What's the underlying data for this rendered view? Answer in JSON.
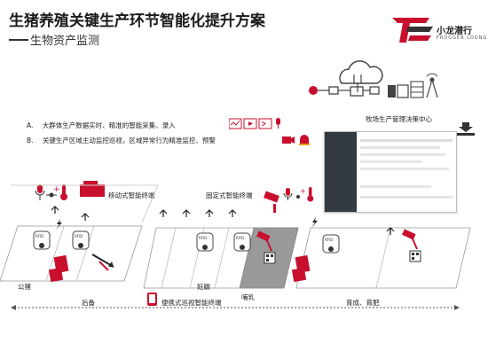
{
  "title": "生猪养殖关键生产环节智能化提升方案",
  "subtitle": "生物资产监测",
  "brand": {
    "name": "小龙潜行",
    "tagline": "FROGGER LOONG",
    "accent": "#c8102e"
  },
  "bullets": [
    {
      "marker": "A.",
      "text": "大群体生产数据实时、精准的智能采集、录入"
    },
    {
      "marker": "B.",
      "text": "关键生产区域主动监控巡视，区域异常行为精准监控、预警"
    }
  ],
  "center_label": "牧场生产管理决策中心",
  "devices": {
    "mobile": "移动式智能终端",
    "fixed": "固定式智能终端",
    "portable": "便携式巡视智能终端"
  },
  "stages": {
    "boar": "公猪",
    "reserve": "后备",
    "pregnant": "妊娠",
    "lactation": "哺乳",
    "nursery_finishing": "育成、育肥"
  },
  "rfid_label": "RFID",
  "colors": {
    "red": "#c8102e",
    "dark": "#333333",
    "gray": "#888888",
    "panel_dark": "#333a40"
  },
  "icons": [
    "cloud-icon",
    "network-icon",
    "server-icon",
    "antenna-icon",
    "download-icon",
    "camera-icon",
    "alarm-icon",
    "microphone-icon",
    "thermometer-icon",
    "tablet-icon",
    "qr-code-icon"
  ]
}
